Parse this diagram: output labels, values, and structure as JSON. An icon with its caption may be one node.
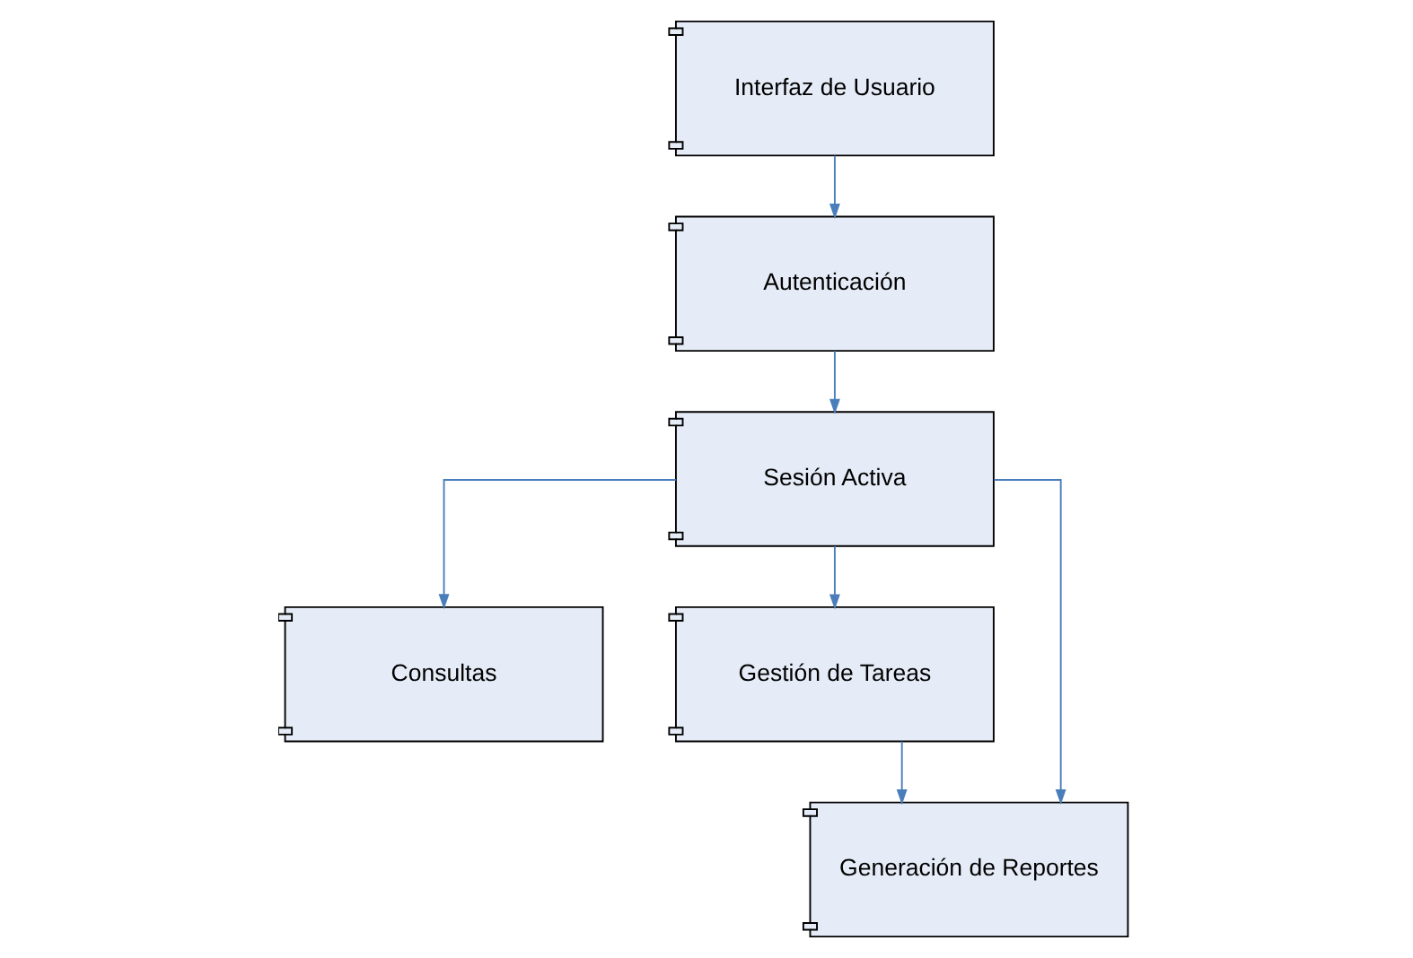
{
  "diagram": {
    "nodes": [
      {
        "text": [
          "Interfaz de Usuario"
        ]
      },
      {
        "text": [
          "Autenticación"
        ]
      },
      {
        "text": [
          "Sesión Activa"
        ]
      },
      {
        "text": [
          "Consultas"
        ]
      },
      {
        "text": [
          "Gestión de Tareas"
        ]
      },
      {
        "text": [
          "Generación de Reportes"
        ]
      }
    ],
    "edges": [
      {
        "from": 0,
        "to": 1,
        "arrow": "to"
      },
      {
        "from": 1,
        "to": 2,
        "arrow": "to"
      },
      {
        "from": 2,
        "to": 3,
        "arrow": "to"
      },
      {
        "from": 2,
        "to": 4,
        "arrow": "to"
      },
      {
        "from": 2,
        "to": 5,
        "arrow": "to"
      },
      {
        "from": 4,
        "to": 5,
        "arrow": "to"
      }
    ]
  }
}
